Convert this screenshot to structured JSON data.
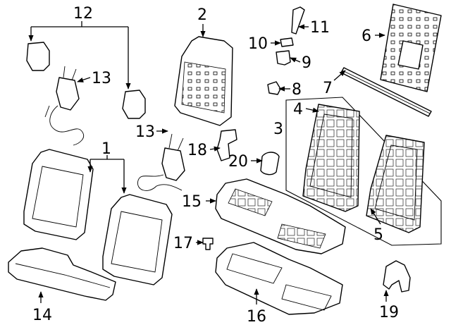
{
  "callouts": {
    "c1": "1",
    "c2": "2",
    "c3": "3",
    "c4": "4",
    "c5": "5",
    "c6": "6",
    "c7": "7",
    "c8": "8",
    "c9": "9",
    "c10": "10",
    "c11": "11",
    "c12": "12",
    "c13a": "13",
    "c13b": "13",
    "c14": "14",
    "c15": "15",
    "c16": "16",
    "c17": "17",
    "c18": "18",
    "c19": "19",
    "c20": "20"
  }
}
